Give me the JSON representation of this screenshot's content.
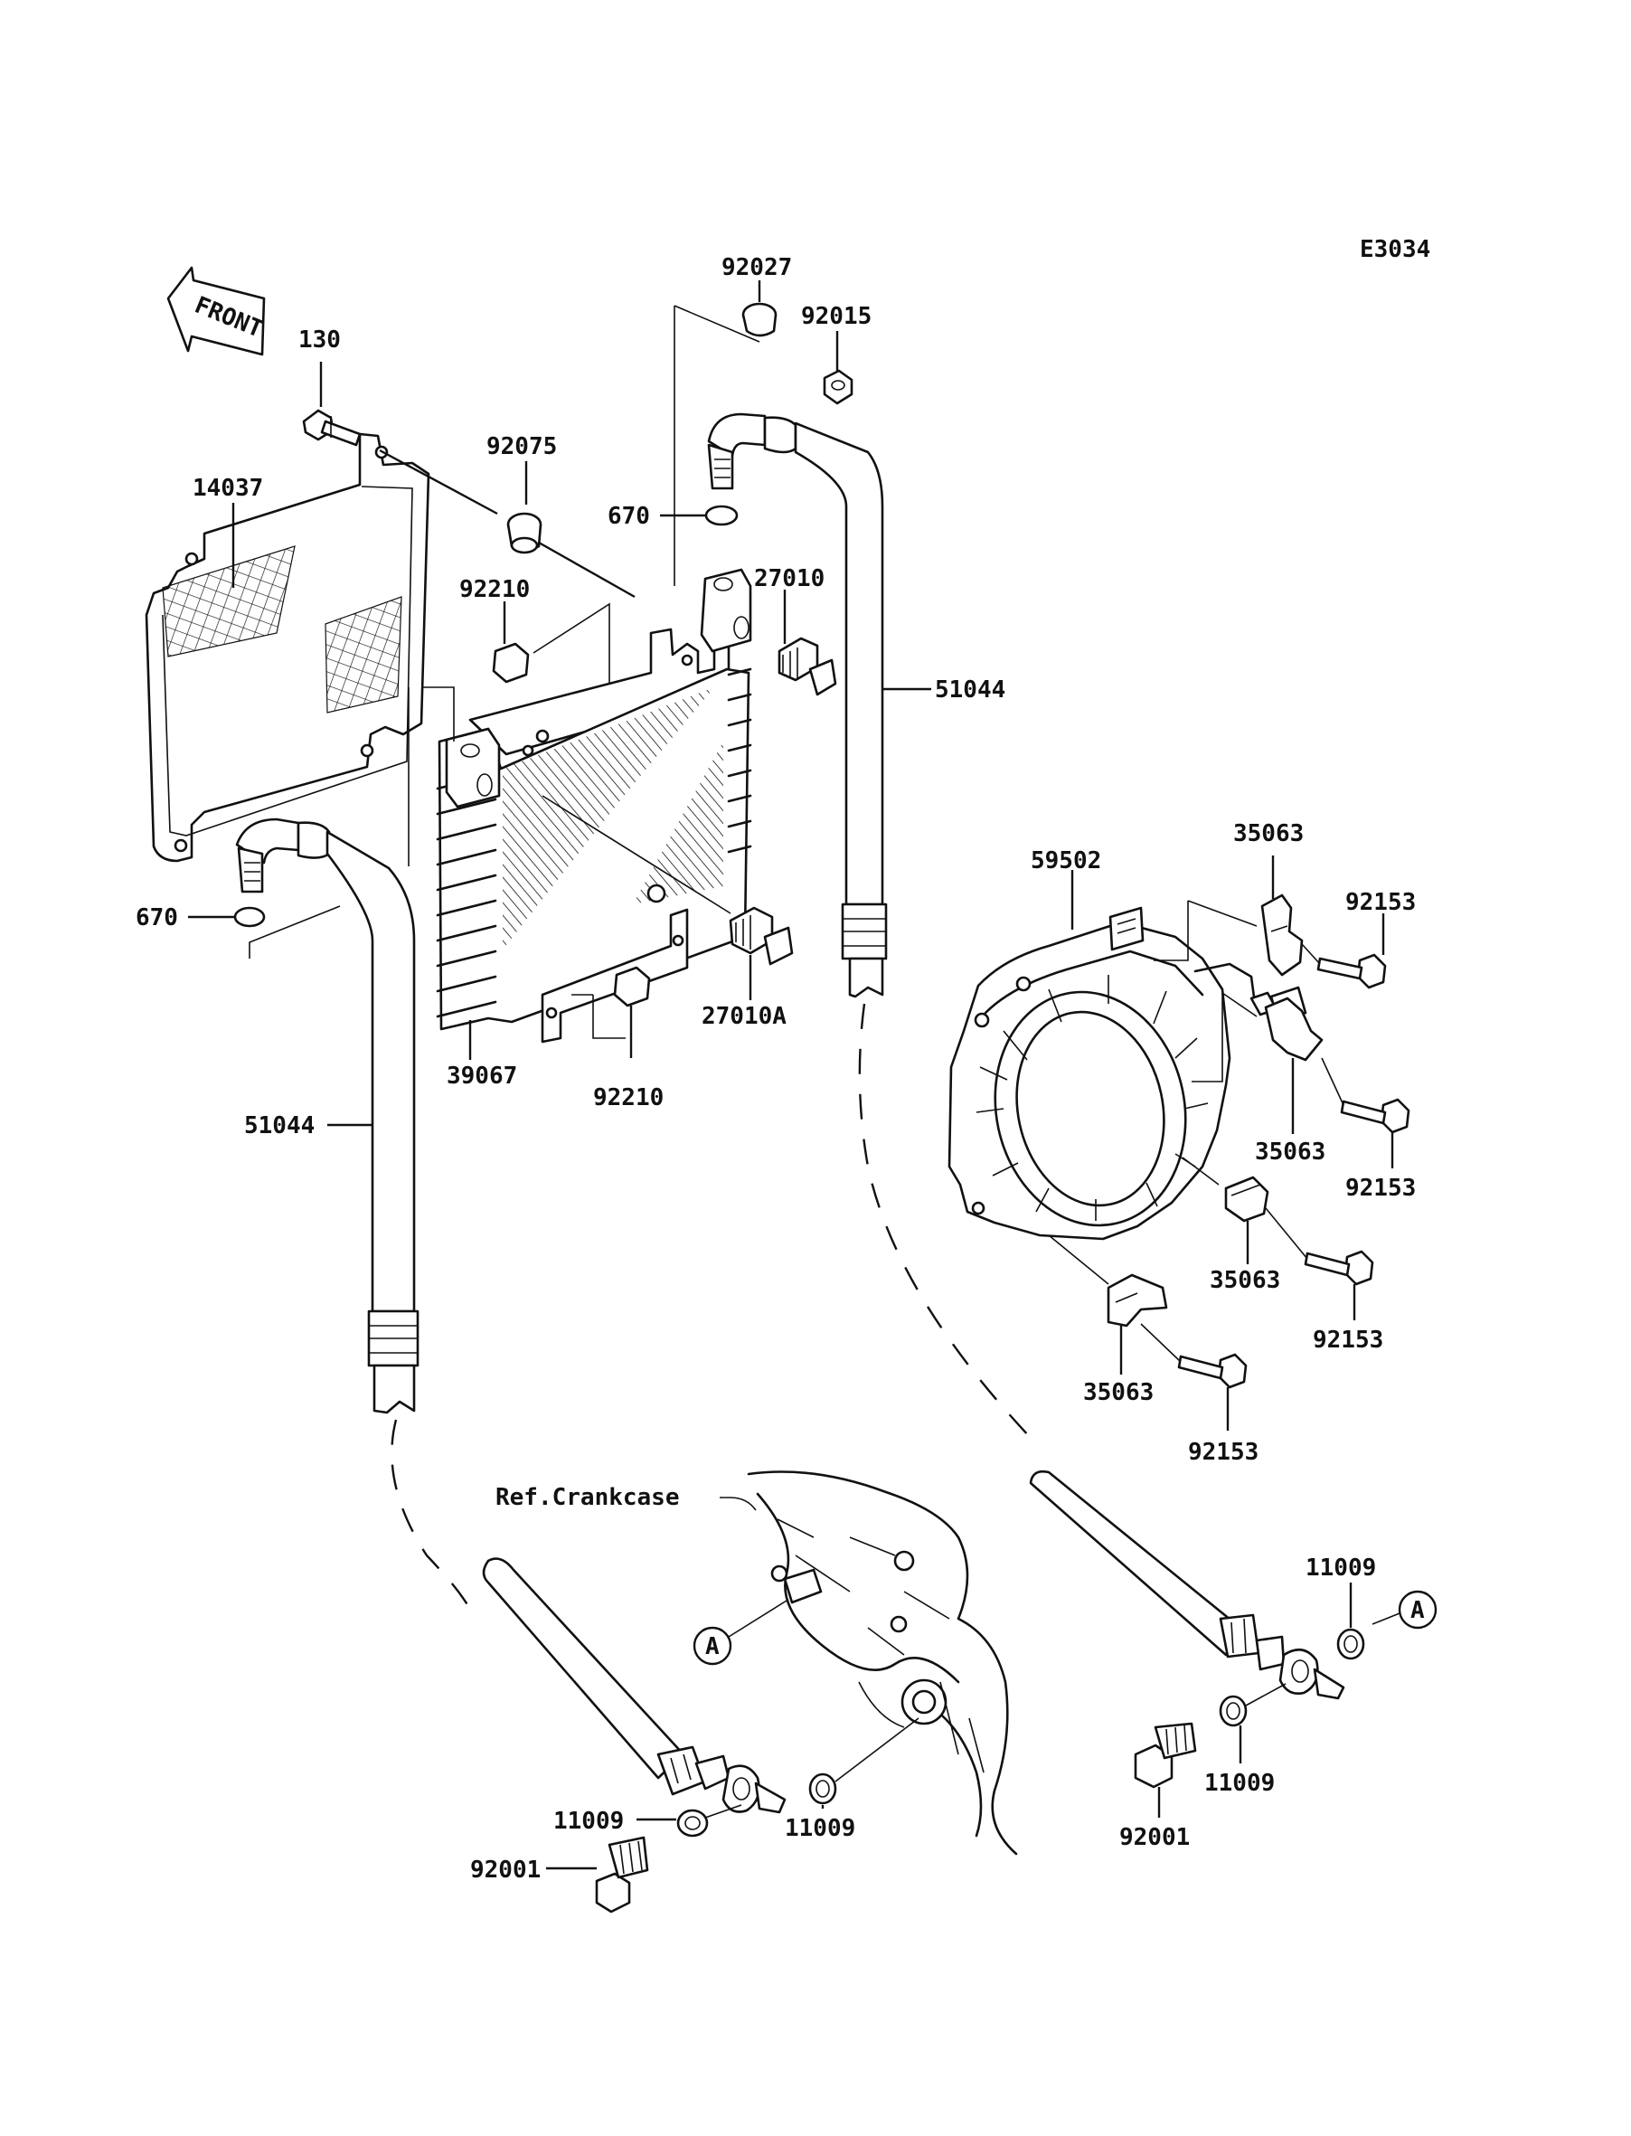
{
  "diagram_code": "E3034",
  "front_label": "FRONT",
  "reference_label": "Ref.Crankcase",
  "callout_letter": "A",
  "parts": {
    "bolt_130": "130",
    "screen_14037": "14037",
    "grommet_92075": "92075",
    "collar_92027": "92027",
    "nut_92015": "92015",
    "oring_670_top": "670",
    "oring_670_left": "670",
    "switch_27010": "27010",
    "clip_92210_top": "92210",
    "clip_92210_bottom": "92210",
    "hose_51044_right": "51044",
    "hose_51044_left": "51044",
    "cooler_39067": "39067",
    "switch_27010A": "27010A",
    "shroud_59502": "59502",
    "clamp_35063_a": "35063",
    "clamp_35063_b": "35063",
    "clamp_35063_c": "35063",
    "clamp_35063_d": "35063",
    "bolt_92153_a": "92153",
    "bolt_92153_b": "92153",
    "bolt_92153_c": "92153",
    "bolt_92153_d": "92153",
    "gasket_11009_a": "11009",
    "gasket_11009_b": "11009",
    "gasket_11009_c": "11009",
    "gasket_11009_d": "11009",
    "bolt_92001_left": "92001",
    "bolt_92001_right": "92001"
  }
}
